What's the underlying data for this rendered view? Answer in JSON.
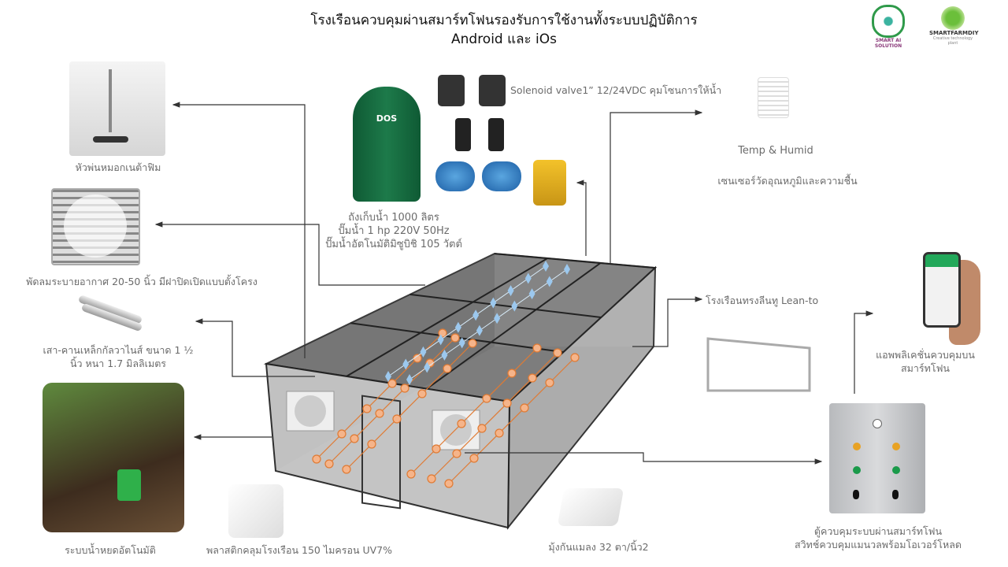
{
  "title": {
    "line1": "โรงเรือนควบคุมผ่านสมาร์ทโฟนรองรับการใช้งานทั้งระบบปฏิบัติการ",
    "line2": "Android และ iOs"
  },
  "logos": {
    "left": "SMART AI SOLUTION",
    "right": "SMARTFARMDIY",
    "right_tagline": "Creative technology plant"
  },
  "labels": {
    "fogger": "หัวพ่นหมอกเนต้าฟิม",
    "fan": "พัดลมระบายอากาศ 20-50 นิ้ว มีฝาปิดเปิดแบบตั้งโครง",
    "pipe_line1": "เสา-คานเหล็กกัลวาไนส์ ขนาด 1 ½",
    "pipe_line2": "นิ้ว หนา 1.7 มิลลิเมตร",
    "drip": "ระบบน้ำหยดอัตโนมัติ",
    "plastic": "พลาสติกคลุมโรงเรือน 150 ไมครอน UV7%",
    "tank_line1": "ถังเก็บน้ำ 1000 ลิตร",
    "tank_line2": "ปั๊มน้ำ 1 hp 220V 50Hz",
    "tank_line3": "ปั๊มน้ำอัตโนมัติมิซูบิชิ 105 วัตต์",
    "tank_brand": "DOS",
    "solenoid": "Solenoid  valve1” 12/24VDC คุมโซนการให้น้ำ",
    "sensor_en": "Temp & Humid",
    "sensor_th": "เซนเซอร์วัดอุณหภูมิและความชื้น",
    "leanto": "โรงเรือนทรงลีนทู Lean-to",
    "app_line1": "แอพพลิเคชั่นควบคุมบน",
    "app_line2": "สมาร์ทโฟน",
    "net": "มุ้งกันแมลง 32 ตา/นิ้ว2",
    "cabinet_line1": "ตู้ควบคุมระบบผ่านสมาร์ทโฟน",
    "cabinet_line2": "สวิทช์ควบคุมแมนวลพร้อมโอเวอร์โหลด"
  },
  "colors": {
    "sprinkler": "#e07a33",
    "fogger": "#9cc8ee",
    "line": "#333333",
    "text": "#6b6b6b"
  }
}
